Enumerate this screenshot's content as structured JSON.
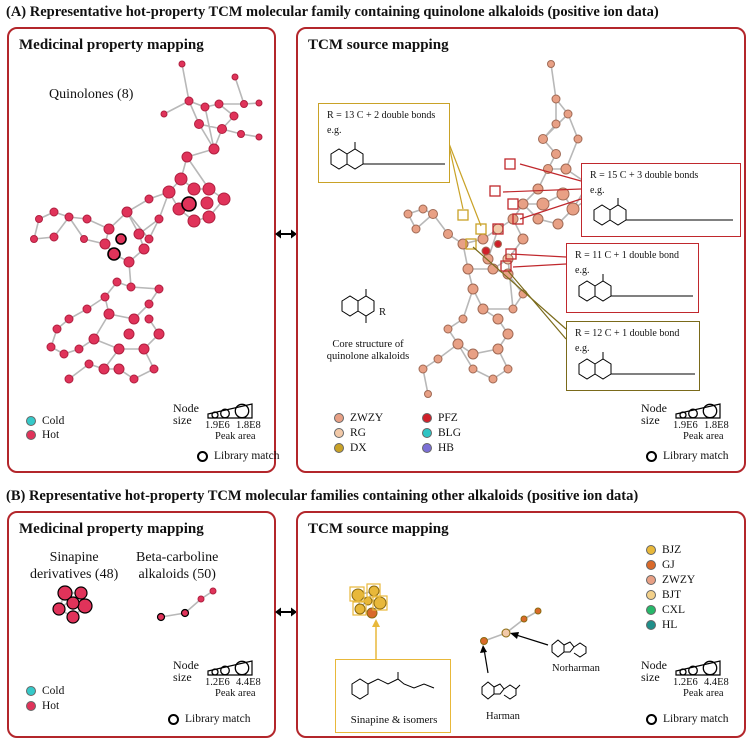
{
  "section_a_title": "(A) Representative hot-property TCM molecular family containing quinolone alkaloids (positive ion data)",
  "section_b_title": "(B) Representative hot-property TCM molecular families containing other alkaloids (positive ion data)",
  "panel_a_left": {
    "title": "Medicinal property mapping",
    "cluster_label": "Quinolones (8)",
    "legend": [
      {
        "label": "Cold",
        "color": "#36c9c9"
      },
      {
        "label": "Hot",
        "color": "#e0335a"
      }
    ],
    "node_size_label_1": "Node",
    "node_size_label_2": "size",
    "size_min": "1.9E6",
    "size_max": "1.8E8",
    "peak_area": "Peak area",
    "library_match": "Library match"
  },
  "panel_a_right": {
    "title": "TCM source mapping",
    "callouts": [
      {
        "text": "R = 13 C + 2 double bonds",
        "eg": "e.g."
      },
      {
        "text": "R = 15 C + 3 double bonds",
        "eg": "e.g."
      },
      {
        "text": "R = 11 C + 1 double bond",
        "eg": "e.g."
      },
      {
        "text": "R = 12 C + 1 double bond",
        "eg": "e.g."
      }
    ],
    "core_caption_1": "Core structure of",
    "core_caption_2": "quinolone alkaloids",
    "core_r_label": "R",
    "legend": [
      {
        "label": "ZWZY",
        "color": "#e8a085"
      },
      {
        "label": "RG",
        "color": "#f2c9a8"
      },
      {
        "label": "DX",
        "color": "#c9a227"
      },
      {
        "label": "PFZ",
        "color": "#d0202a"
      },
      {
        "label": "BLG",
        "color": "#2fc4c4"
      },
      {
        "label": "HB",
        "color": "#7b6fd6"
      }
    ],
    "node_size_label_1": "Node",
    "node_size_label_2": "size",
    "size_min": "1.9E6",
    "size_max": "1.8E8",
    "peak_area": "Peak area",
    "library_match": "Library match"
  },
  "panel_b_left": {
    "title": "Medicinal property mapping",
    "cluster1_label_1": "Sinapine",
    "cluster1_label_2": "derivatives (48)",
    "cluster2_label_1": "Beta-carboline",
    "cluster2_label_2": "alkaloids (50)",
    "legend": [
      {
        "label": "Cold",
        "color": "#36c9c9"
      },
      {
        "label": "Hot",
        "color": "#e0335a"
      }
    ],
    "node_size_label_1": "Node",
    "node_size_label_2": "size",
    "size_min": "1.2E6",
    "size_max": "4.4E8",
    "peak_area": "Peak area",
    "library_match": "Library match"
  },
  "panel_b_right": {
    "title": "TCM source mapping",
    "sinapine_caption": "Sinapine & isomers",
    "harman": "Harman",
    "norharman": "Norharman",
    "legend": [
      {
        "label": "BJZ",
        "color": "#e8b83a"
      },
      {
        "label": "GJ",
        "color": "#d9692a"
      },
      {
        "label": "ZWZY",
        "color": "#e8a085"
      },
      {
        "label": "BJT",
        "color": "#f2d08a"
      },
      {
        "label": "CXL",
        "color": "#27b86a"
      },
      {
        "label": "HL",
        "color": "#1f8f8a"
      }
    ],
    "node_size_label_1": "Node",
    "node_size_label_2": "size",
    "size_min": "1.2E6",
    "size_max": "4.4E8",
    "peak_area": "Peak area",
    "library_match": "Library match"
  },
  "colors": {
    "panel_border": "#b3262b",
    "hot": "#e0335a",
    "edge": "#b8b8b8",
    "callout_gold": "#c9a227",
    "callout_red": "#c0282d",
    "callout_olive": "#7a6a1a"
  }
}
